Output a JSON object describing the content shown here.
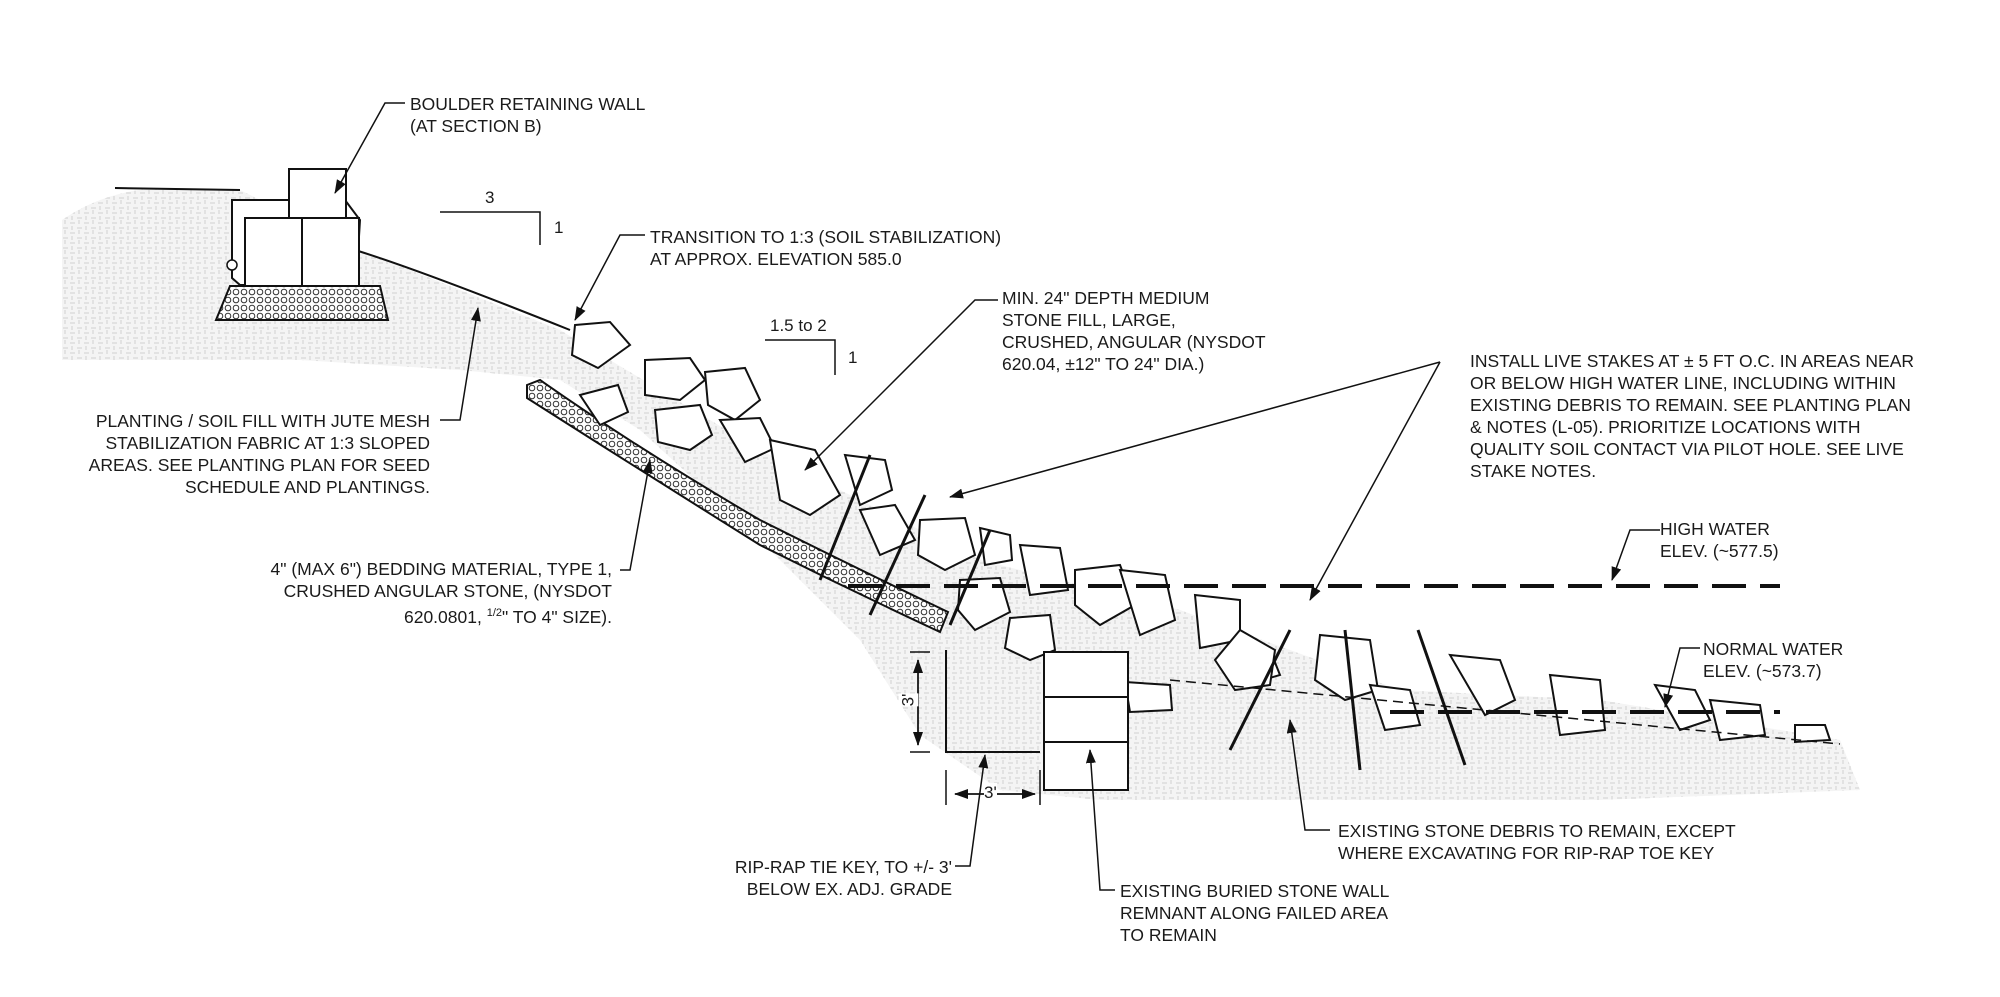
{
  "notes": {
    "boulder_wall": {
      "line1": "BOULDER RETAINING WALL",
      "line2": "(AT SECTION B)"
    },
    "transition": {
      "line1": "TRANSITION TO 1:3 (SOIL STABILIZATION)",
      "line2": "AT APPROX. ELEVATION 585.0"
    },
    "stone_fill": {
      "line1": "MIN. 24\" DEPTH MEDIUM",
      "line2": "STONE FILL, LARGE,",
      "line3": "CRUSHED, ANGULAR (NYSDOT",
      "line4": "620.04, ±12\" TO 24\" DIA.)"
    },
    "live_stakes": {
      "line1": "INSTALL LIVE STAKES AT ± 5 FT O.C. IN AREAS NEAR",
      "line2": "OR BELOW HIGH WATER LINE, INCLUDING WITHIN",
      "line3": "EXISTING DEBRIS TO REMAIN. SEE PLANTING PLAN",
      "line4": "& NOTES (L-05). PRIORITIZE LOCATIONS WITH",
      "line5": "QUALITY SOIL CONTACT VIA PILOT HOLE. SEE LIVE",
      "line6": "STAKE NOTES."
    },
    "planting": {
      "line1": "PLANTING / SOIL FILL WITH JUTE MESH",
      "line2": "STABILIZATION FABRIC AT 1:3 SLOPED",
      "line3": "AREAS. SEE PLANTING PLAN FOR SEED",
      "line4": "SCHEDULE AND PLANTINGS."
    },
    "bedding": {
      "line1": "4\" (MAX 6\") BEDDING MATERIAL, TYPE 1,",
      "line2": "CRUSHED ANGULAR STONE, (NYSDOT",
      "line3_a": "620.0801, ",
      "line3_frac": "1/2",
      "line3_b": "\" TO 4\" SIZE)."
    },
    "high_water": {
      "line1": "HIGH WATER",
      "line2": "ELEV. (~577.5)"
    },
    "normal_water": {
      "line1": "NORMAL WATER",
      "line2": "ELEV. (~573.7)"
    },
    "existing_debris": {
      "line1": "EXISTING STONE DEBRIS TO REMAIN, EXCEPT",
      "line2": "WHERE EXCAVATING FOR RIP-RAP TOE KEY"
    },
    "tie_key": {
      "line1": "RIP-RAP TIE KEY, TO +/- 3'",
      "line2": "BELOW EX. ADJ. GRADE"
    },
    "buried_wall": {
      "line1": "EXISTING BURIED STONE WALL",
      "line2": "REMNANT ALONG FAILED AREA",
      "line3": "TO REMAIN"
    }
  },
  "slopes": {
    "upper": {
      "run": "3",
      "rise": "1"
    },
    "lower": {
      "run": "1.5 to 2",
      "rise": "1"
    }
  },
  "dimensions": {
    "key_depth": "3'",
    "key_width": "3'"
  }
}
